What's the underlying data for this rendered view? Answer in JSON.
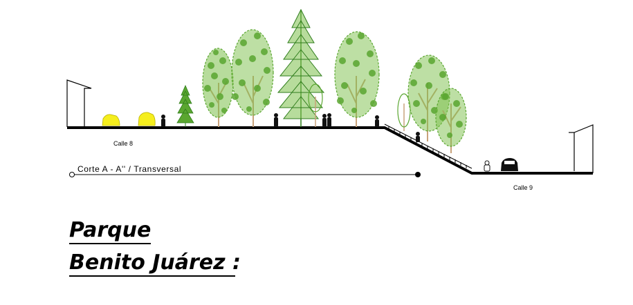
{
  "labels": {
    "street_left": "Calle 8",
    "street_right": "Calle 9",
    "section_cut": "Corte  A  -  A''  /  Transversal"
  },
  "title": {
    "line1": "Parque",
    "line2": "Benito Juárez :"
  },
  "colors": {
    "foliage_light": "#7cc04a",
    "foliage_mid": "#5aa630",
    "foliage_dark": "#2f7d1c",
    "trunk": "#c8a27a",
    "vehicle_yellow": "#f5ee1e",
    "ground": "#000000"
  },
  "elements": {
    "trees": [
      "pine-tree-icon",
      "deciduous-tree-icon",
      "broadleaf-tree-icon",
      "conifer-tree-icon"
    ],
    "people": [
      "pedestrian-icon"
    ],
    "vehicles": [
      "car-icon"
    ]
  }
}
